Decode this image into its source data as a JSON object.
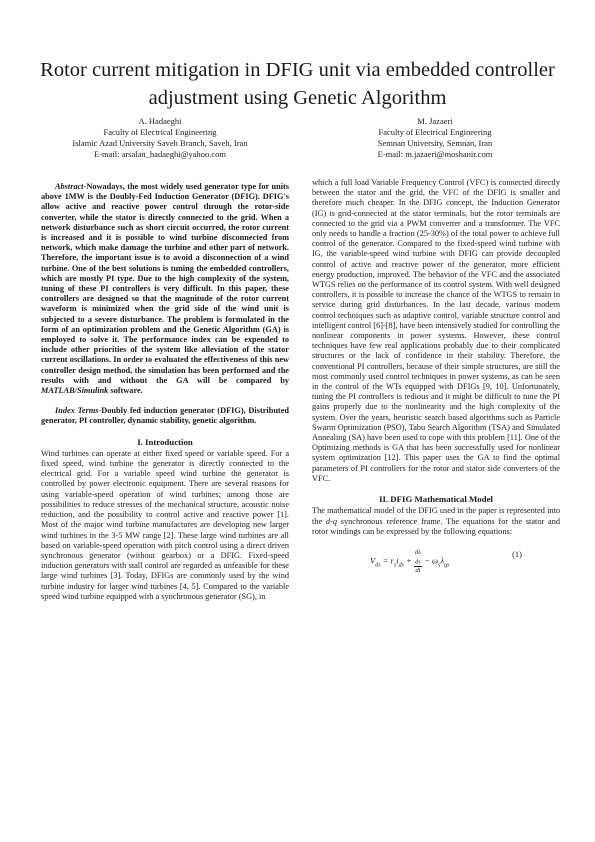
{
  "title": "Rotor current mitigation in DFIG unit via embedded controller adjustment using Genetic Algorithm",
  "authors": [
    {
      "name": "A. Hadaeghi",
      "dept": "Faculty of Electrical Engineering",
      "affiliation": "Islamic Azad University Saveh Branch, Saveh, Iran",
      "email": "E-mail: arsalan_hadaeghi@yahoo.com"
    },
    {
      "name": "M. Jazaeri",
      "dept": "Faculty of Electrical Engineering",
      "affiliation": "Semnan University, Semnan, Iran",
      "email": "E-mail: m.jazaeri@moshanir.com"
    }
  ],
  "abstract": {
    "lead": "Abstract-",
    "text_1": "Nowadays, the most widely used generator type for units above 1MW is the Doubly-Fed Induction Generator (DFIG). DFIG's allow active and reactive power control through the rotor-side converter, while the stator is directly connected to the grid. When a network disturbance such as short circuit occurred, the rotor current is increased and it is possible to wind turbine disconnected from network, which make damage the turbine and other part of network. Therefore, the important issue is to avoid a disconnection of a wind turbine. One of the best solutions is tuning the embedded controllers, which are mostly PI type. Due to the high complexity of the system, tuning of these PI controllers is very difficult. In this paper, these controllers are designed so that the magnitude of the rotor current waveform is minimized when the grid side of the wind unit is subjected to a severe disturbance. The problem is formulated in the form of an optimization problem and the Genetic Algorithm (GA) is employed to solve it. The performance index can be expended to include other priorities of the system like alleviation of the stator current oscillations. In order to evaluated the effectiveness of this new controller design method, the simulation has been performed and the results with and without the GA will be compared by ",
    "software": "MATLAB/Simulink",
    "text_2": " software."
  },
  "index_terms": {
    "lead": "Index Terms-",
    "text": "Doubly fed induction generator (DFIG), Distributed generator, PI controller, dynamic stability, genetic algorithm."
  },
  "sections": {
    "intro_heading": "I. Introduction",
    "intro_p1": "Wind turbines can operate at either fixed speed or variable speed. For a fixed speed, wind turbine the generator is directly connected to the electrical grid. For a variable speed wind turbine the generator is controlled by power electronic equipment. There are several reasons for using variable-speed operation of wind turbines; among those are possibilities to reduce stresses of the mechanical structure, acoustic noise reduction, and the possibility to control active and reactive power [1]. Most of the major wind turbine manufactures are developing new larger wind turbines in the 3-5 MW range [2]. These large wind turbines are all based on variable-speed operation with pitch control using a direct driven synchronous generator (without gearbox) or a DFIG. Fixed-speed induction generators with stall control are regarded as unfeasible for these large wind turbines [3]. Today, DFIGs are commonly used by the wind turbine industry for larger wind turbines [4, 5]. Compared to the variable speed wind turbine equipped with a synchronous generator (SG), in",
    "intro_p1_cont": "which a full load Variable Frequency Control (VFC) is connected directly between the stator and the grid, the VFC of the DFIG is smaller and therefore much cheaper. In the DFIG concept, the Induction Generator (IG) is grid-connected at the stator terminals, but the rotor terminals are connected to the grid via a PWM converter and a transformer. The VFC only needs to handle a fraction (25-30%) of the total power to achieve full control of the generator. Compared to the fixed-speed wind turbine with IG, the variable-speed wind turbine with DFIG can provide decoupled control of active and reactive power of the generator, more efficient energy production, improved. The behavior of the VFC and the associated WTGS relies on the performance of its control system. With well designed controllers, it is possible to increase the chance of the WTGS to remain in service during grid disturbances. In the last decade, various modern control techniques such as adaptive control, variable structure control and intelligent control [6]-[8], have been intensively studied for controlling the nonlinear components in power systems. However, these control techniques have few real applications probably due to their complicated structures or the lack of confidence in their stability. Therefore, the conventional PI controllers, because of their simple structures, are still the most commonly used control techniques in power systems, as can be seen in the control of the WTs equipped with DFIGs [9, 10]. Unfortunately, tuning the PI controllers is tedious and it might be difficult to tune the PI gains properly due to the nonlinearity and the high complexity of the system. Over the years, heuristic search based algorithms such as Particle Swarm Optimization (PSO), Tabu Search Algorithm (TSA) and Simulated Annealing (SA) have been used to cope with this problem [11]. One of the Optimizing methods is GA that has been successfully used for nonlinear system optimization [12]. This paper uses the GA to find the optimal parameters of PI controllers for the rotor and stator side converters of the VFC.",
    "model_heading": "II. DFIG Mathematical Model",
    "model_p1_a": "The mathematical model of the DFIG used in the paper is represented into the ",
    "model_p1_dq": "d-q",
    "model_p1_b": " synchronous reference frame. The equations for the stator and rotor windings can be expressed by the following equations:"
  },
  "equation": {
    "lhs": "V",
    "lhs_sub": "ds",
    "eq": " = r",
    "r_sub": "s",
    "i": "i",
    "i_sub": "ds",
    "plus": " + ",
    "frac_num": "dλ",
    "frac_num_sub": "ds",
    "frac_den": "dt",
    "minus": " − ω",
    "w_sub": "s",
    "lam": "λ",
    "lam_sub": "qs",
    "number": "(1)"
  }
}
